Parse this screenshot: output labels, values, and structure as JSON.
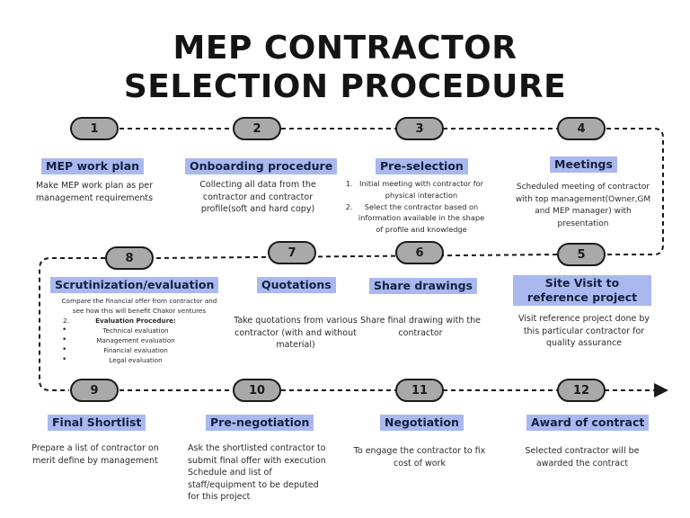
{
  "title": {
    "line1": "MEP CONTRACTOR",
    "line2": "SELECTION PROCEDURE"
  },
  "steps": [
    {
      "number": "1",
      "title": "MEP work plan",
      "desc": "Make MEP work plan as per management requirements"
    },
    {
      "number": "2",
      "title": "Onboarding procedure",
      "desc": "Collecting all data from the contractor and contractor profile(soft and hard copy)"
    },
    {
      "number": "3",
      "title": "Pre-selection",
      "items": [
        "Initial meeting with contractor for physical interaction",
        "Select the contractor based on information available in the shape of profile and knowledge"
      ]
    },
    {
      "number": "4",
      "title": "Meetings",
      "desc": "Scheduled meeting of contractor with top management(Owner,GM and MEP manager) with presentation"
    },
    {
      "number": "5",
      "title": "Site Visit to reference project",
      "desc": "Visit reference project done by this particular contractor for quality assurance"
    },
    {
      "number": "6",
      "title": "Share drawings",
      "desc": "Share final drawing with the contractor"
    },
    {
      "number": "7",
      "title": "Quotations",
      "desc": "Take quotations from various contractor (with and without material)"
    },
    {
      "number": "8",
      "title": "Scrutinization/evaluation",
      "item1": "Compare the financial offer from contractor and see how this will benefit Chakor ventures",
      "item2_num": "2.",
      "item2_heading": "Evaluation Procedure:",
      "bullets": [
        "Technical evaluation",
        "Management evaluation",
        "Financial evaluation",
        "Legal evaluation"
      ]
    },
    {
      "number": "9",
      "title": "Final Shortlist",
      "desc": "Prepare a list of contractor on merit define by management"
    },
    {
      "number": "10",
      "title": "Pre-negotiation",
      "desc": "Ask the shortlisted contractor to submit final offer with execution Schedule and list of staff/equipment to be deputed for this project"
    },
    {
      "number": "11",
      "title": "Negotiation",
      "desc": "To engage the contractor to fix cost of work"
    },
    {
      "number": "12",
      "title": "Award of contract",
      "desc": "Selected contractor will be awarded the contract"
    }
  ],
  "colors": {
    "node_fill": "#a9a9a9",
    "node_border": "#1a1a1a",
    "label_bg": "#a9b9ef",
    "title_text": "#141414"
  }
}
